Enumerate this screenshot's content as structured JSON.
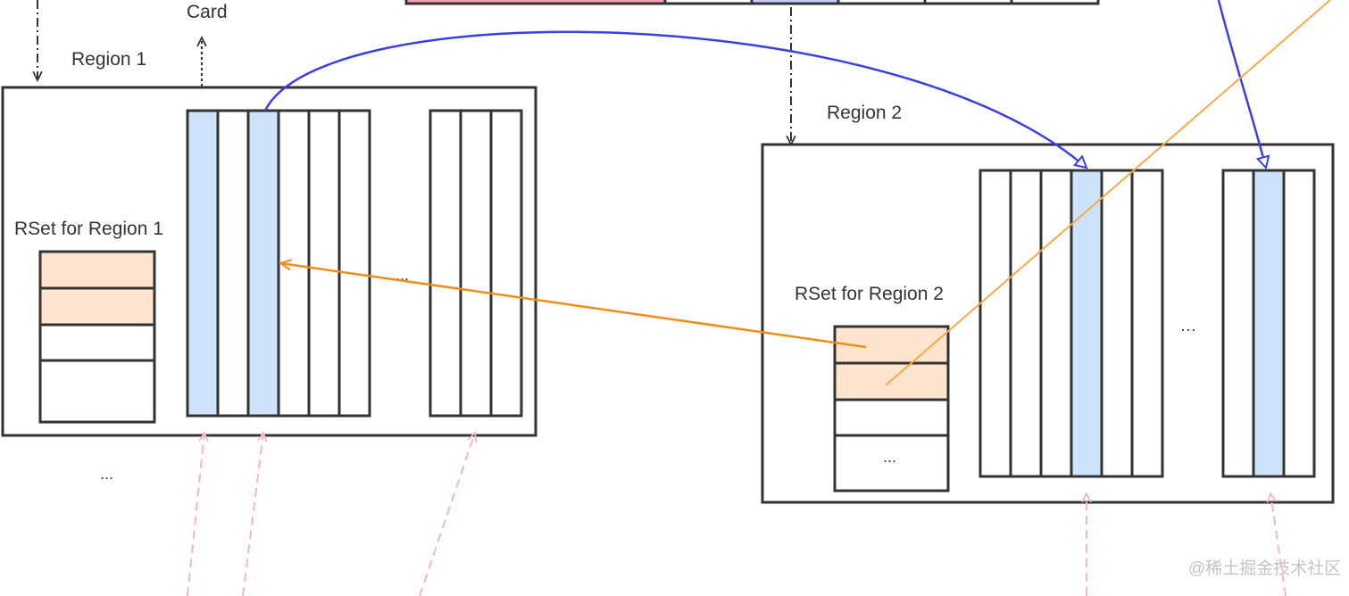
{
  "labels": {
    "card": "Card",
    "region1": "Region 1",
    "region2": "Region 2",
    "rset1": "RSet for Region 1",
    "rset2": "RSet for Region 2",
    "ellipsis": "...",
    "ellipsis_dots": "···",
    "watermark": "@稀土掘金技术社区"
  },
  "colors": {
    "card_highlight": "#cce3fb",
    "rset_highlight": "#fde4cc",
    "blue_arrow": "#3b3fe0",
    "orange_arrow": "#f08c1a",
    "light_orange_line": "#f7a94a",
    "pink_dashed": "#f4b8b8",
    "topbar_red": "#f0a3ae",
    "topbar_blue": "#c7cdf8",
    "outline": "#333333"
  }
}
